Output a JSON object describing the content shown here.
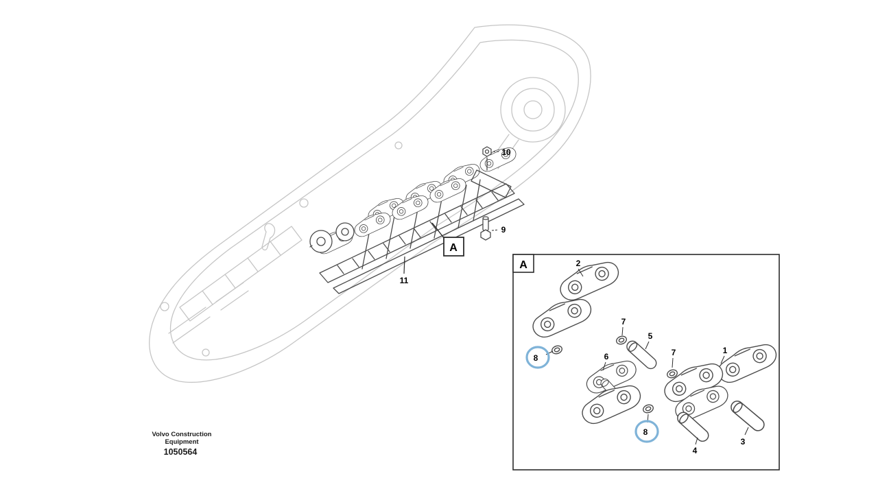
{
  "diagram": {
    "detail_marker_main": "A",
    "detail_marker_box": "A",
    "callouts_main": {
      "n9": "9",
      "n10": "10",
      "n11": "11"
    },
    "callouts_detail": {
      "n1": "1",
      "n2": "2",
      "n3": "3",
      "n4": "4",
      "n5": "5",
      "n6": "6",
      "n7a": "7",
      "n7b": "7",
      "n8a": "8",
      "n8b": "8"
    }
  },
  "footer": {
    "company_line1": "Volvo Construction",
    "company_line2": "Equipment",
    "doc_number": "1050564"
  },
  "colors": {
    "frame_line": "#c5c5c5",
    "part_line": "#4a4a4a",
    "highlight_blue": "#7fb3d8",
    "box_line": "#2b2b2b"
  }
}
